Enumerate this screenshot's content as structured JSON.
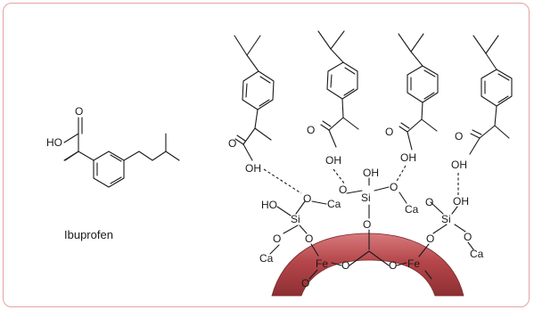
{
  "caption": "Ibuprofen",
  "atoms": {
    "oxygen": "O",
    "hydroxyl": "OH",
    "hydroxyl_left": "HO",
    "silicon": "Si",
    "calcium": "Ca",
    "iron": "Fe",
    "hydrogen": "H"
  },
  "colors": {
    "frame": "#e8a0a0",
    "nanoparticle_fill": "#b5474b",
    "nanoparticle_highlight": "#d77a7c",
    "ink": "#1a1a1a"
  }
}
